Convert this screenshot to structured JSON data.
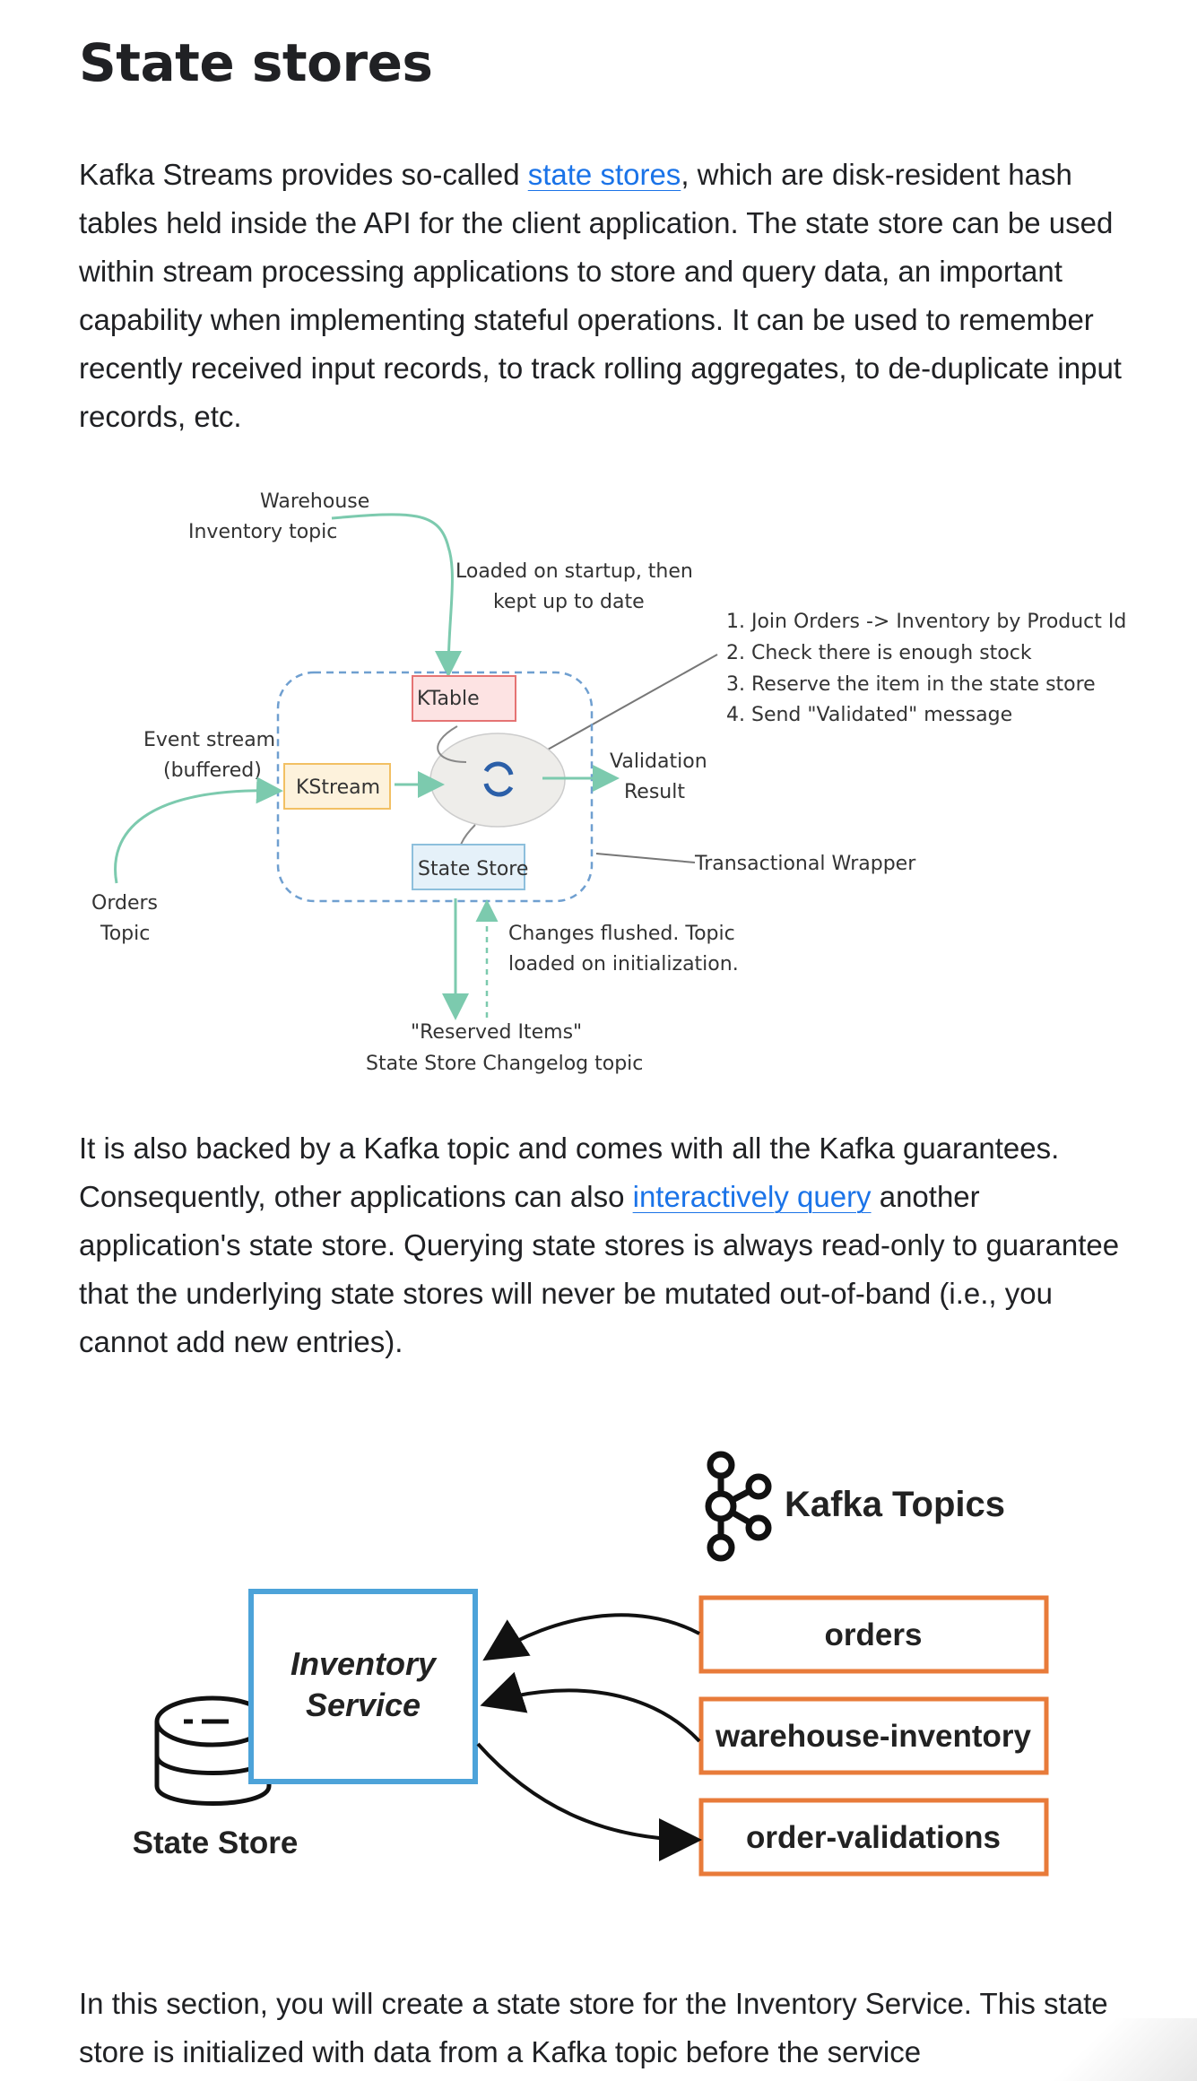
{
  "page": {
    "title": "State stores",
    "para1": {
      "before": "Kafka Streams provides so-called ",
      "link": "state stores",
      "after": ", which are disk-resident hash tables held inside the API for the client application. The state store can be used within stream processing applications to store and query data, an important capability when implementing stateful operations. It can be used to remember recently received input records, to track rolling aggregates, to de-duplicate input records, etc."
    },
    "para2": {
      "before": "It is also backed by a Kafka topic and comes with all the Kafka guarantees. Consequently, other applications can also ",
      "link": "interactively query",
      "after": " another application's state store. Querying state stores is always read-only to guarantee that the underlying state stores will never be mutated out-of-band (i.e., you cannot add new entries)."
    },
    "para3": "In this section, you will create a state store for the Inventory Service. This state store is initialized with data from a Kafka topic before the service"
  },
  "figure1": {
    "warehouse_topic": [
      "Warehouse",
      "Inventory topic"
    ],
    "loaded_note": [
      "Loaded on startup, then",
      "kept up to date"
    ],
    "steps": [
      "1. Join Orders -> Inventory by Product Id",
      "2. Check there is enough stock",
      "3. Reserve the item in the state store",
      "4. Send \"Validated\" message"
    ],
    "ktable": "KTable",
    "event_stream": [
      "Event stream",
      "(buffered)"
    ],
    "kstream": "KStream",
    "validation": [
      "Validation",
      "Result"
    ],
    "transactional": "Transactional Wrapper",
    "state_store": "State Store",
    "orders_topic": [
      "Orders",
      "Topic"
    ],
    "changes_note": [
      "Changes flushed. Topic",
      "loaded on initialization."
    ],
    "changelog": [
      "\"Reserved Items\"",
      "State Store Changelog topic"
    ],
    "colors": {
      "teal": "#7ccaae",
      "ktable_border": "#e57373",
      "kstream_border": "#f2c063",
      "store_border": "#8dbfdc",
      "dashed": "#6f9fd0"
    }
  },
  "figure2": {
    "kafka_topics": "Kafka Topics",
    "service": [
      "Inventory",
      "Service"
    ],
    "state_store": "State Store",
    "topics": [
      "orders",
      "warehouse-inventory",
      "order-validations"
    ],
    "colors": {
      "service_border": "#4da3d9",
      "topic_border": "#e87b3a"
    }
  }
}
